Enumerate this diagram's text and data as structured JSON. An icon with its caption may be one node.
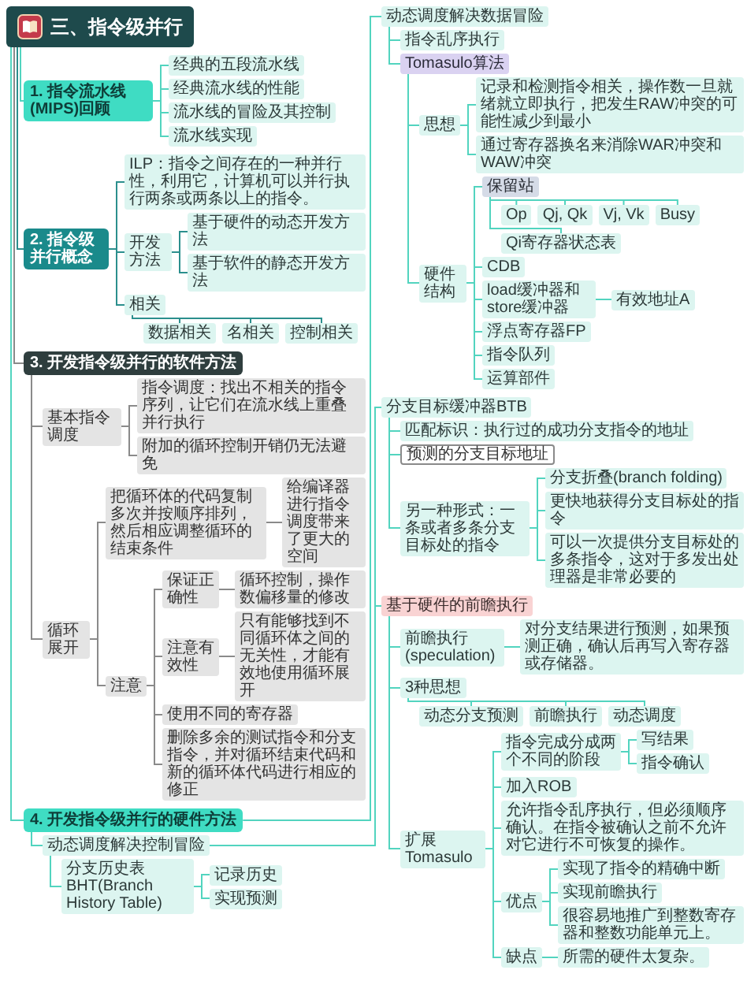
{
  "diagram": {
    "nodes": [
      {
        "text": [
          "三、指令级并行"
        ]
      },
      {
        "text": [
          "1. 指令流水线(MIPS)回顾"
        ]
      },
      {
        "text": [
          "经典的五段流水线"
        ]
      },
      {
        "text": [
          "经典流水线的性能"
        ]
      },
      {
        "text": [
          "流水线的冒险及其控制"
        ]
      },
      {
        "text": [
          "流水线实现"
        ]
      },
      {
        "text": [
          "2. 指令级并行概念"
        ]
      },
      {
        "text": [
          "ILP：指令之间存在的一种并行性，利用它，计算机可以并行执行两条或两条以上的指令。"
        ]
      },
      {
        "text": [
          "开发方法"
        ]
      },
      {
        "text": [
          "基于硬件的动态开发方法"
        ]
      },
      {
        "text": [
          "基于软件的静态开发方法"
        ]
      },
      {
        "text": [
          "相关"
        ]
      },
      {
        "text": [
          "数据相关"
        ]
      },
      {
        "text": [
          "名相关"
        ]
      },
      {
        "text": [
          "控制相关"
        ]
      },
      {
        "text": [
          "3. 开发指令级并行的软件方法"
        ]
      },
      {
        "text": [
          "基本指令调度"
        ]
      },
      {
        "text": [
          "指令调度：找出不相关的指令序列，让它们在流水线上重叠并行执行"
        ]
      },
      {
        "text": [
          "附加的循环控制开销仍无法避免"
        ]
      },
      {
        "text": [
          "循环展开"
        ]
      },
      {
        "text": [
          "把循环体的代码复制多次并按顺序排列，然后相应调整循环的结束条件"
        ]
      },
      {
        "text": [
          "给编译器进行指令调度带来了更大的空间"
        ]
      },
      {
        "text": [
          "注意"
        ]
      },
      {
        "text": [
          "保证正确性"
        ]
      },
      {
        "text": [
          "循环控制，操作数偏移量的修改"
        ]
      },
      {
        "text": [
          "注意有效性"
        ]
      },
      {
        "text": [
          "只有能够找到不同循环体之间的无关性，才能有效地使用循环展开"
        ]
      },
      {
        "text": [
          "使用不同的寄存器"
        ]
      },
      {
        "text": [
          "删除多余的测试指令和分支指令，并对循环结束代码和新的循环体代码进行相应的修正"
        ]
      },
      {
        "text": [
          "4. 开发指令级并行的硬件方法"
        ]
      },
      {
        "text": [
          "动态调度解决数据冒险"
        ]
      },
      {
        "text": [
          "指令乱序执行"
        ]
      },
      {
        "text": [
          "Tomasulo算法"
        ]
      },
      {
        "text": [
          "思想"
        ]
      },
      {
        "text": [
          "记录和检测指令相关，操作数一旦就绪就立即执行，把发生RAW冲突的可能性减少到最小"
        ]
      },
      {
        "text": [
          "通过寄存器换名来消除WAR冲突和WAW冲突"
        ]
      },
      {
        "text": [
          "硬件结构"
        ]
      },
      {
        "text": [
          "保留站"
        ]
      },
      {
        "text": [
          "Op"
        ]
      },
      {
        "text": [
          "Qj, Qk"
        ]
      },
      {
        "text": [
          "Vj, Vk"
        ]
      },
      {
        "text": [
          "Busy"
        ]
      },
      {
        "text": [
          "Qi寄存器状态表"
        ]
      },
      {
        "text": [
          "CDB"
        ]
      },
      {
        "text": [
          "load缓冲器和store缓冲器"
        ]
      },
      {
        "text": [
          "有效地址A"
        ]
      },
      {
        "text": [
          "浮点寄存器FP"
        ]
      },
      {
        "text": [
          "指令队列"
        ]
      },
      {
        "text": [
          "运算部件"
        ]
      },
      {
        "text": [
          "动态调度解决控制冒险"
        ]
      },
      {
        "text": [
          "分支历史表BHT(Branch History Table)"
        ]
      },
      {
        "text": [
          "记录历史"
        ]
      },
      {
        "text": [
          "实现预测"
        ]
      },
      {
        "text": [
          "分支目标缓冲器BTB"
        ]
      },
      {
        "text": [
          "匹配标识：执行过的成功分支指令的地址"
        ]
      },
      {
        "text": [
          "预测的分支目标地址"
        ]
      },
      {
        "text": [
          "另一种形式：一条或者多条分支目标处的指令"
        ]
      },
      {
        "text": [
          "分支折叠(branch folding)"
        ]
      },
      {
        "text": [
          "更快地获得分支目标处的指令"
        ]
      },
      {
        "text": [
          "可以一次提供分支目标处的多条指令，这对于多发出处理器是非常必要的"
        ]
      },
      {
        "text": [
          "基于硬件的前瞻执行"
        ]
      },
      {
        "text": [
          "前瞻执行(speculation)"
        ]
      },
      {
        "text": [
          "对分支结果进行预测，如果预测正确，确认后再写入寄存器或存储器。"
        ]
      },
      {
        "text": [
          "3种思想"
        ]
      },
      {
        "text": [
          "动态分支预测"
        ]
      },
      {
        "text": [
          "前瞻执行"
        ]
      },
      {
        "text": [
          "动态调度"
        ]
      },
      {
        "text": [
          "扩展Tomasulo"
        ]
      },
      {
        "text": [
          "指令完成分成两个不同的阶段"
        ]
      },
      {
        "text": [
          "写结果"
        ]
      },
      {
        "text": [
          "指令确认"
        ]
      },
      {
        "text": [
          "加入ROB"
        ]
      },
      {
        "text": [
          "允许指令乱序执行，但必须顺序确认。在指令被确认之前不允许对它进行不可恢复的操作。"
        ]
      },
      {
        "text": [
          "优点"
        ]
      },
      {
        "text": [
          "实现了指令的精确中断"
        ]
      },
      {
        "text": [
          "实现前瞻执行"
        ]
      },
      {
        "text": [
          "很容易地推广到整数寄存器和整数功能单元上。"
        ]
      },
      {
        "text": [
          "缺点"
        ]
      },
      {
        "text": [
          "所需的硬件太复杂。"
        ]
      }
    ],
    "edges": [
      {
        "from": 0,
        "to": 1,
        "arrow": "none"
      },
      {
        "from": 1,
        "to": 2,
        "arrow": "none"
      },
      {
        "from": 1,
        "to": 3,
        "arrow": "none"
      },
      {
        "from": 1,
        "to": 4,
        "arrow": "none"
      },
      {
        "from": 1,
        "to": 5,
        "arrow": "none"
      },
      {
        "from": 0,
        "to": 6,
        "arrow": "none",
        "color": "#2b8f8d"
      },
      {
        "from": 6,
        "to": 7,
        "arrow": "none",
        "color": "#2b8f8d"
      },
      {
        "from": 6,
        "to": 8,
        "arrow": "none",
        "color": "#2b8f8d"
      },
      {
        "from": 8,
        "to": 9,
        "arrow": "none",
        "color": "#2b8f8d"
      },
      {
        "from": 8,
        "to": 10,
        "arrow": "none",
        "color": "#2b8f8d"
      },
      {
        "from": 6,
        "to": 11,
        "arrow": "none",
        "color": "#2b8f8d"
      },
      {
        "from": 11,
        "to": 12,
        "arrow": "none",
        "color": "#2b8f8d"
      },
      {
        "from": 11,
        "to": 13,
        "arrow": "none",
        "color": "#2b8f8d"
      },
      {
        "from": 11,
        "to": 14,
        "arrow": "none",
        "color": "#2b8f8d"
      },
      {
        "from": 0,
        "to": 15,
        "arrow": "none",
        "color": "#8a8a8a"
      },
      {
        "from": 15,
        "to": 16,
        "arrow": "none",
        "color": "#8a8a8a"
      },
      {
        "from": 16,
        "to": 17,
        "arrow": "none",
        "color": "#8a8a8a"
      },
      {
        "from": 16,
        "to": 18,
        "arrow": "none",
        "color": "#8a8a8a"
      },
      {
        "from": 15,
        "to": 19,
        "arrow": "none",
        "color": "#8a8a8a"
      },
      {
        "from": 19,
        "to": 20,
        "arrow": "none",
        "color": "#8a8a8a"
      },
      {
        "from": 20,
        "to": 21,
        "arrow": "none",
        "color": "#8a8a8a"
      },
      {
        "from": 19,
        "to": 22,
        "arrow": "none",
        "color": "#8a8a8a"
      },
      {
        "from": 22,
        "to": 23,
        "arrow": "none",
        "color": "#8a8a8a"
      },
      {
        "from": 23,
        "to": 24,
        "arrow": "none",
        "color": "#8a8a8a"
      },
      {
        "from": 22,
        "to": 25,
        "arrow": "none",
        "color": "#8a8a8a"
      },
      {
        "from": 25,
        "to": 26,
        "arrow": "none",
        "color": "#8a8a8a"
      },
      {
        "from": 22,
        "to": 27,
        "arrow": "none",
        "color": "#8a8a8a"
      },
      {
        "from": 22,
        "to": 28,
        "arrow": "none",
        "color": "#8a8a8a"
      },
      {
        "from": 0,
        "to": 29,
        "arrow": "none"
      },
      {
        "from": 29,
        "to": 30,
        "arrow": "none"
      },
      {
        "from": 30,
        "to": 31,
        "arrow": "none"
      },
      {
        "from": 30,
        "to": 32,
        "arrow": "none"
      },
      {
        "from": 32,
        "to": 33,
        "arrow": "none"
      },
      {
        "from": 33,
        "to": 34,
        "arrow": "none"
      },
      {
        "from": 33,
        "to": 35,
        "arrow": "none"
      },
      {
        "from": 32,
        "to": 36,
        "arrow": "none"
      },
      {
        "from": 36,
        "to": 37,
        "arrow": "none"
      },
      {
        "from": 37,
        "to": 38,
        "arrow": "none"
      },
      {
        "from": 37,
        "to": 39,
        "arrow": "none"
      },
      {
        "from": 37,
        "to": 40,
        "arrow": "none"
      },
      {
        "from": 37,
        "to": 41,
        "arrow": "none"
      },
      {
        "from": 37,
        "to": 42,
        "arrow": "none"
      },
      {
        "from": 36,
        "to": 43,
        "arrow": "none"
      },
      {
        "from": 36,
        "to": 44,
        "arrow": "none"
      },
      {
        "from": 44,
        "to": 45,
        "arrow": "none"
      },
      {
        "from": 36,
        "to": 46,
        "arrow": "none"
      },
      {
        "from": 36,
        "to": 47,
        "arrow": "none"
      },
      {
        "from": 36,
        "to": 48,
        "arrow": "none"
      },
      {
        "from": 29,
        "to": 49,
        "arrow": "none"
      },
      {
        "from": 49,
        "to": 50,
        "arrow": "none"
      },
      {
        "from": 50,
        "to": 51,
        "arrow": "none"
      },
      {
        "from": 50,
        "to": 52,
        "arrow": "none"
      },
      {
        "from": 49,
        "to": 53,
        "arrow": "none"
      },
      {
        "from": 53,
        "to": 54,
        "arrow": "none"
      },
      {
        "from": 53,
        "to": 55,
        "arrow": "none"
      },
      {
        "from": 53,
        "to": 56,
        "arrow": "none"
      },
      {
        "from": 56,
        "to": 57,
        "arrow": "none"
      },
      {
        "from": 56,
        "to": 58,
        "arrow": "none"
      },
      {
        "from": 56,
        "to": 59,
        "arrow": "none"
      },
      {
        "from": 49,
        "to": 60,
        "arrow": "none"
      },
      {
        "from": 60,
        "to": 61,
        "arrow": "none"
      },
      {
        "from": 61,
        "to": 62,
        "arrow": "none"
      },
      {
        "from": 60,
        "to": 63,
        "arrow": "none"
      },
      {
        "from": 63,
        "to": 64,
        "arrow": "none"
      },
      {
        "from": 63,
        "to": 65,
        "arrow": "none"
      },
      {
        "from": 63,
        "to": 66,
        "arrow": "none"
      },
      {
        "from": 60,
        "to": 67,
        "arrow": "none"
      },
      {
        "from": 67,
        "to": 68,
        "arrow": "none"
      },
      {
        "from": 68,
        "to": 69,
        "arrow": "none"
      },
      {
        "from": 68,
        "to": 70,
        "arrow": "none"
      },
      {
        "from": 67,
        "to": 71,
        "arrow": "none"
      },
      {
        "from": 67,
        "to": 72,
        "arrow": "none"
      },
      {
        "from": 67,
        "to": 73,
        "arrow": "none"
      },
      {
        "from": 73,
        "to": 74,
        "arrow": "none"
      },
      {
        "from": 73,
        "to": 75,
        "arrow": "none"
      },
      {
        "from": 73,
        "to": 76,
        "arrow": "none"
      },
      {
        "from": 67,
        "to": 77,
        "arrow": "none"
      },
      {
        "from": 77,
        "to": 78,
        "arrow": "none"
      }
    ]
  }
}
